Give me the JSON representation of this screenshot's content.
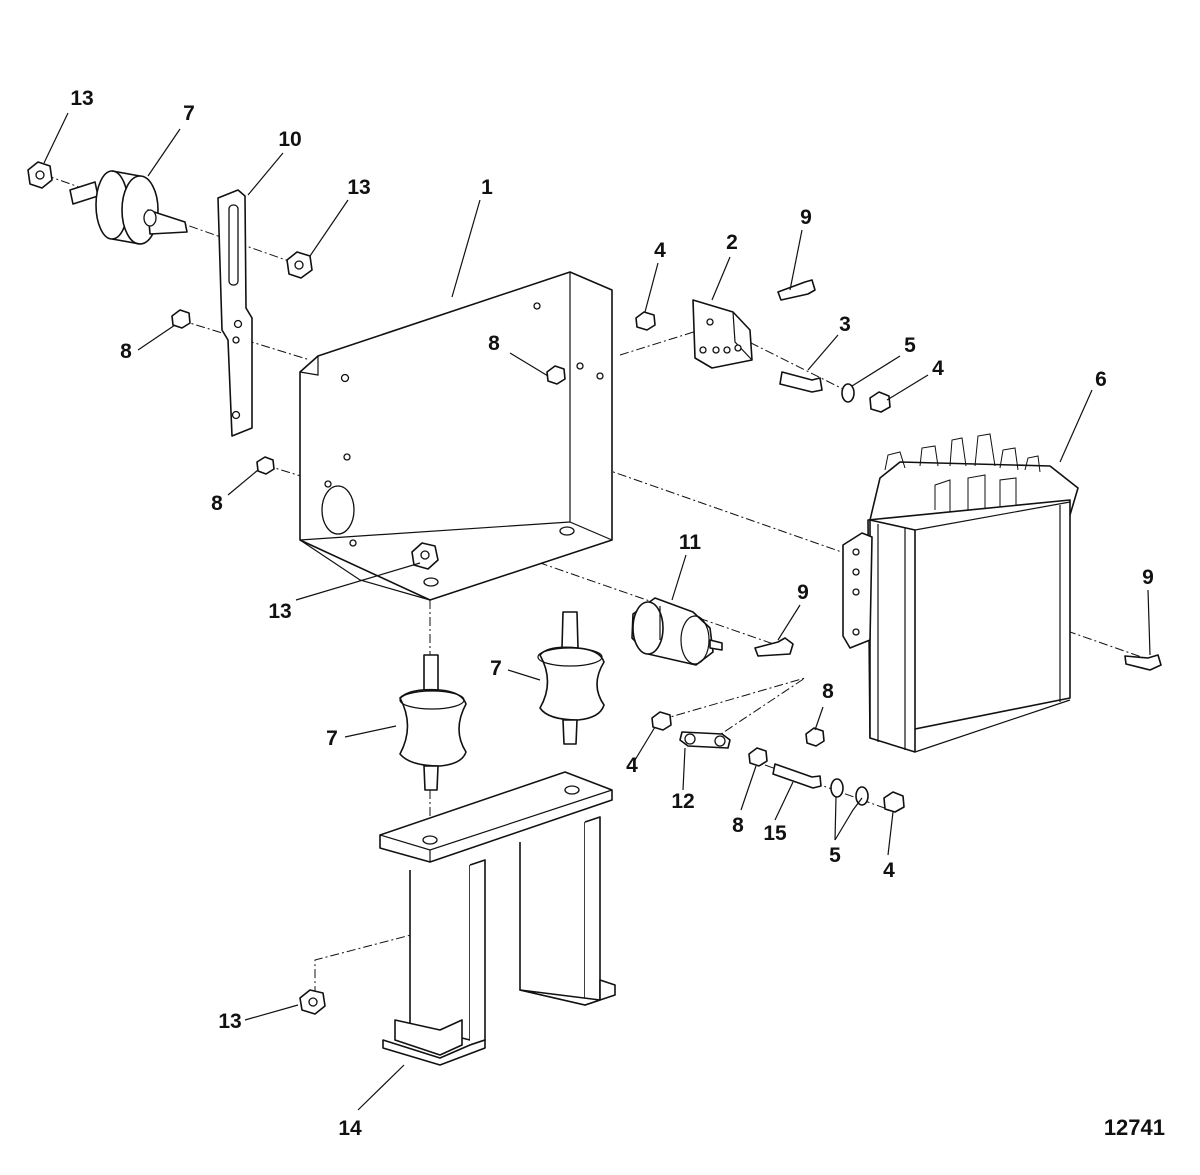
{
  "figure_number": "12741",
  "callouts": {
    "c13_top_left": "13",
    "c7_top": "7",
    "c10": "10",
    "c13_top_mid": "13",
    "c1": "1",
    "c8_left_upper": "8",
    "c8_left_lower": "8",
    "c13_lower_left": "13",
    "c4_top": "4",
    "c2": "2",
    "c9_top": "9",
    "c8_center": "8",
    "c3": "3",
    "c5_top": "5",
    "c4_right": "4",
    "c6": "6",
    "c9_right": "9",
    "c11": "11",
    "c9_mid": "9",
    "c7_mid": "7",
    "c7_left": "7",
    "c8_lower_right": "8",
    "c4_lower": "4",
    "c12": "12",
    "c8_lower": "8",
    "c15": "15",
    "c5_lower": "5",
    "c4_bottom": "4",
    "c13_bottom": "13",
    "c14": "14"
  }
}
